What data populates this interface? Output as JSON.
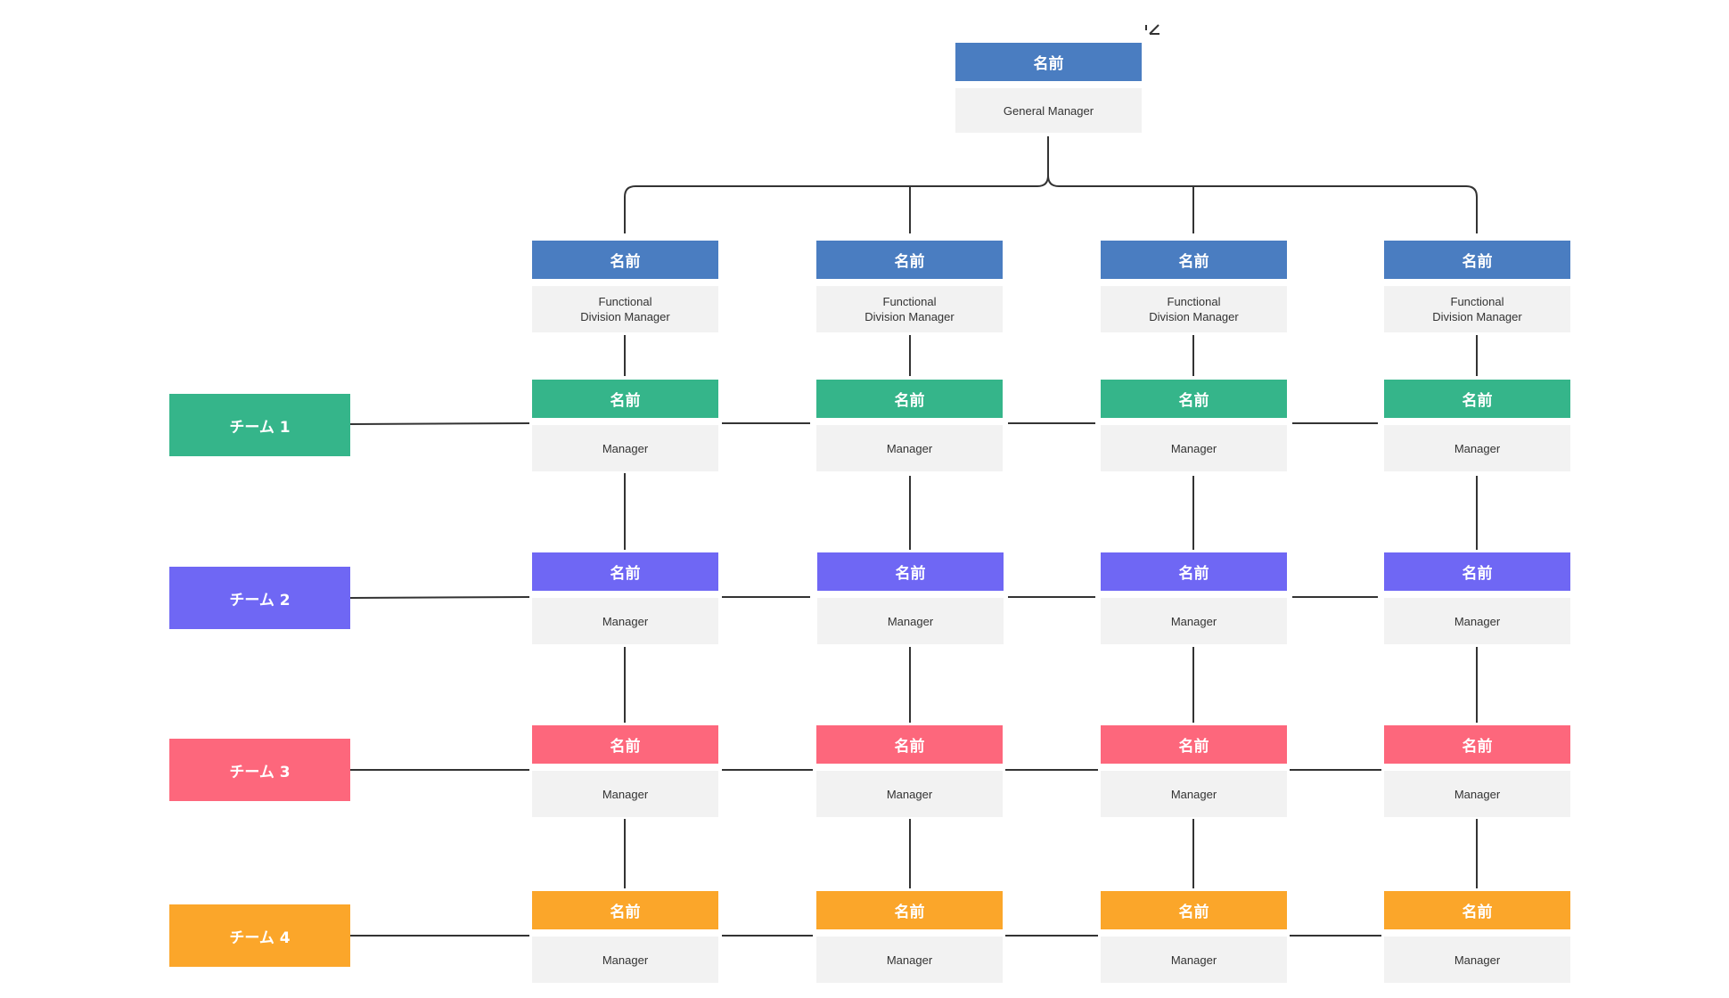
{
  "colors": {
    "gm": "#4a7dc1",
    "division": "#4a7dc1",
    "team1": "#35b58a",
    "team2": "#6f67f4",
    "team3": "#fd677c",
    "team4": "#fba62a",
    "connector": "#333333",
    "role_bg": "#f2f2f2"
  },
  "general_manager": {
    "name": "名前",
    "role": "General Manager"
  },
  "divisions": [
    {
      "name": "名前",
      "role_line1": "Functional",
      "role_line2": "Division Manager"
    },
    {
      "name": "名前",
      "role_line1": "Functional",
      "role_line2": "Division Manager"
    },
    {
      "name": "名前",
      "role_line1": "Functional",
      "role_line2": "Division Manager"
    },
    {
      "name": "名前",
      "role_line1": "Functional",
      "role_line2": "Division Manager"
    }
  ],
  "teams": [
    {
      "label": "チーム 1",
      "managers": [
        {
          "name": "名前",
          "role": "Manager"
        },
        {
          "name": "名前",
          "role": "Manager"
        },
        {
          "name": "名前",
          "role": "Manager"
        },
        {
          "name": "名前",
          "role": "Manager"
        }
      ]
    },
    {
      "label": "チーム 2",
      "managers": [
        {
          "name": "名前",
          "role": "Manager"
        },
        {
          "name": "名前",
          "role": "Manager"
        },
        {
          "name": "名前",
          "role": "Manager"
        },
        {
          "name": "名前",
          "role": "Manager"
        }
      ]
    },
    {
      "label": "チーム 3",
      "managers": [
        {
          "name": "名前",
          "role": "Manager"
        },
        {
          "name": "名前",
          "role": "Manager"
        },
        {
          "name": "名前",
          "role": "Manager"
        },
        {
          "name": "名前",
          "role": "Manager"
        }
      ]
    },
    {
      "label": "チーム 4",
      "managers": [
        {
          "name": "名前",
          "role": "Manager"
        },
        {
          "name": "名前",
          "role": "Manager"
        },
        {
          "name": "名前",
          "role": "Manager"
        },
        {
          "name": "名前",
          "role": "Manager"
        }
      ]
    }
  ],
  "icons": {
    "edit": "edit-pencil-icon"
  }
}
